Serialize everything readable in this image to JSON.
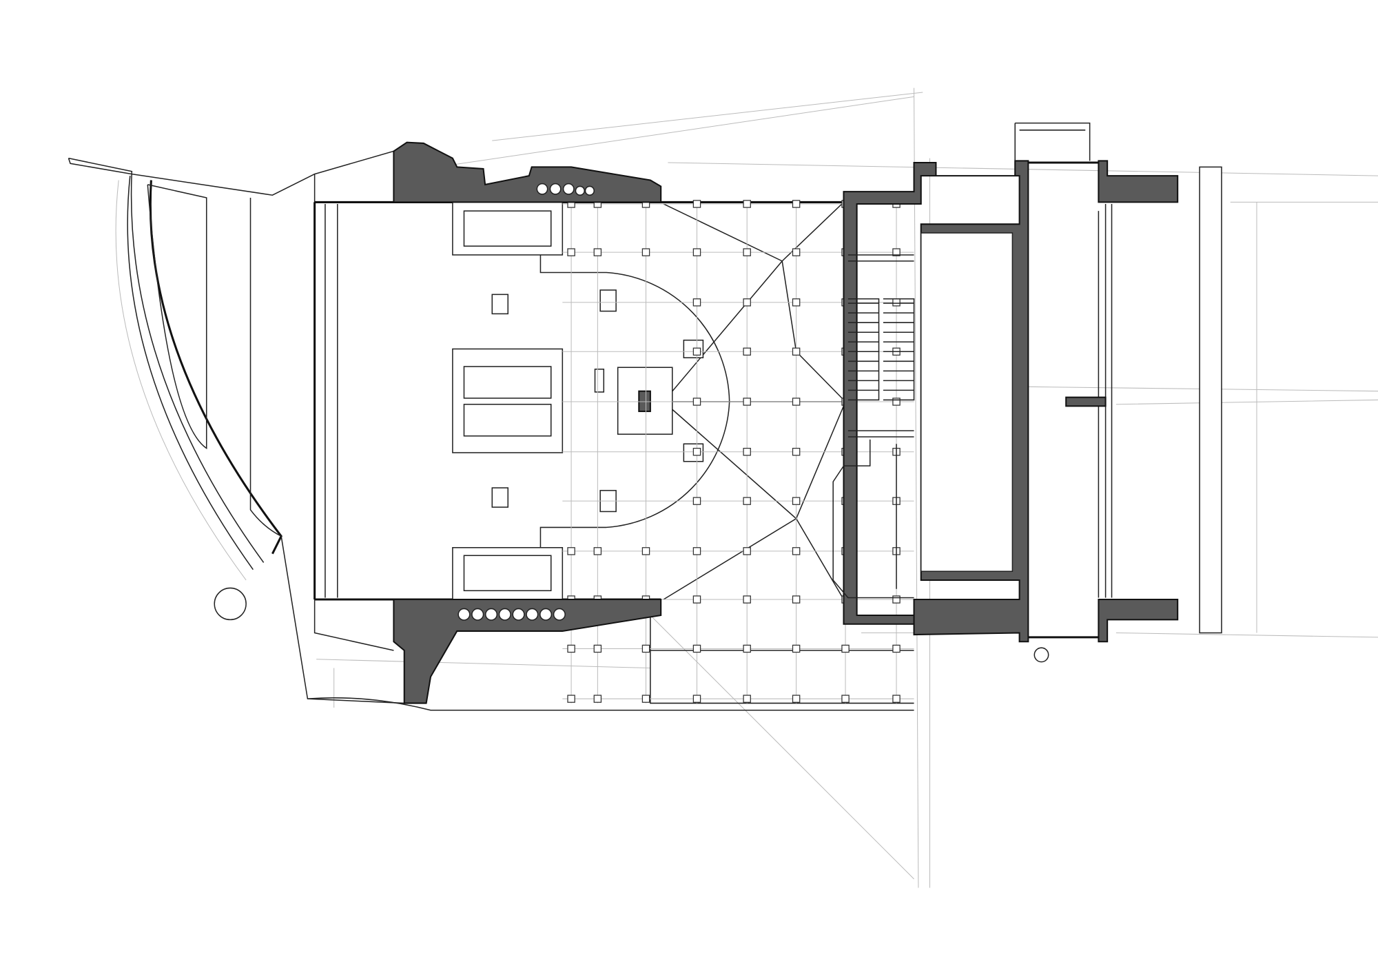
{
  "drawing": {
    "type": "architectural floor plan",
    "colors": {
      "wall_fill": "#5a5a5a",
      "line": "#222222",
      "guide": "#bbbbbb",
      "background": "#ffffff"
    },
    "column_grid": {
      "x": [
        650,
        680,
        735,
        793,
        850,
        906,
        962,
        1020
      ],
      "y": [
        232,
        287,
        344,
        400,
        457,
        514,
        570,
        627,
        682,
        738,
        795
      ]
    }
  }
}
